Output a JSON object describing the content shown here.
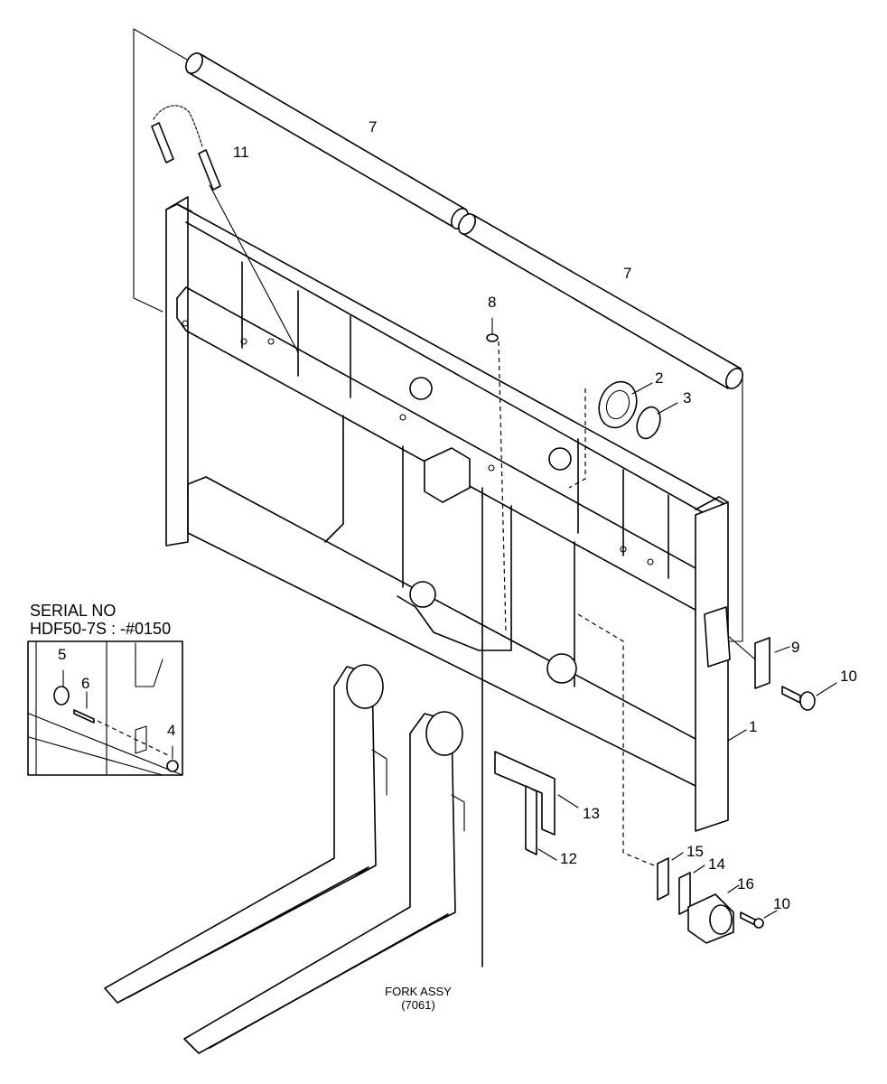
{
  "inset": {
    "serial_title": "SERIAL NO",
    "serial_range": "HDF50-7S : -#0150"
  },
  "fork_assy": {
    "title": "FORK ASSY",
    "code": "(7061)"
  },
  "callouts": {
    "c1": "1",
    "c2": "2",
    "c3": "3",
    "c4": "4",
    "c5": "5",
    "c6": "6",
    "c7a": "7",
    "c7b": "7",
    "c8": "8",
    "c9": "9",
    "c10a": "10",
    "c10b": "10",
    "c11": "11",
    "c12": "12",
    "c13": "13",
    "c14": "14",
    "c15": "15",
    "c16": "16"
  }
}
